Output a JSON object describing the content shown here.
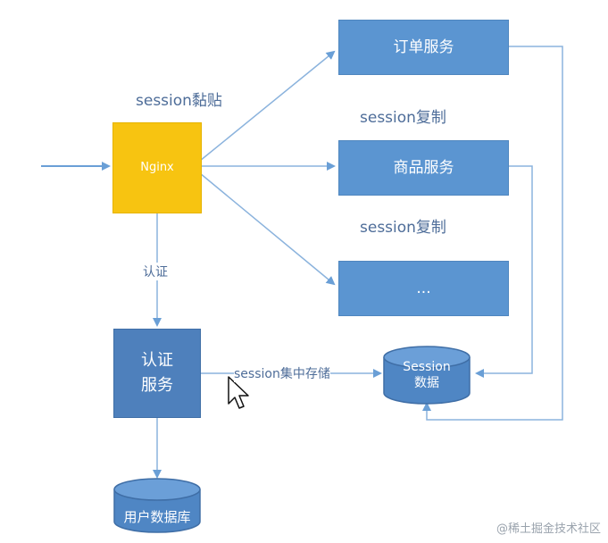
{
  "nodes": {
    "order_service": "订单服务",
    "goods_service": "商品服务",
    "more_service": "...",
    "nginx": "Nginx",
    "auth_service_line1": "认证",
    "auth_service_line2": "服务",
    "session_db_line1": "Session",
    "session_db_line2": "数据",
    "user_db": "用户数据库"
  },
  "labels": {
    "sticky": "session黏贴",
    "copy1": "session复制",
    "copy2": "session复制",
    "auth": "认证",
    "central": "session集中存储"
  },
  "watermark": "@稀土掘金技术社区",
  "colors": {
    "service": "#5b95d1",
    "auth": "#4e80bc",
    "nginx": "#f7c411",
    "arrow": "#6a9fd6",
    "label": "#4e6d99"
  }
}
